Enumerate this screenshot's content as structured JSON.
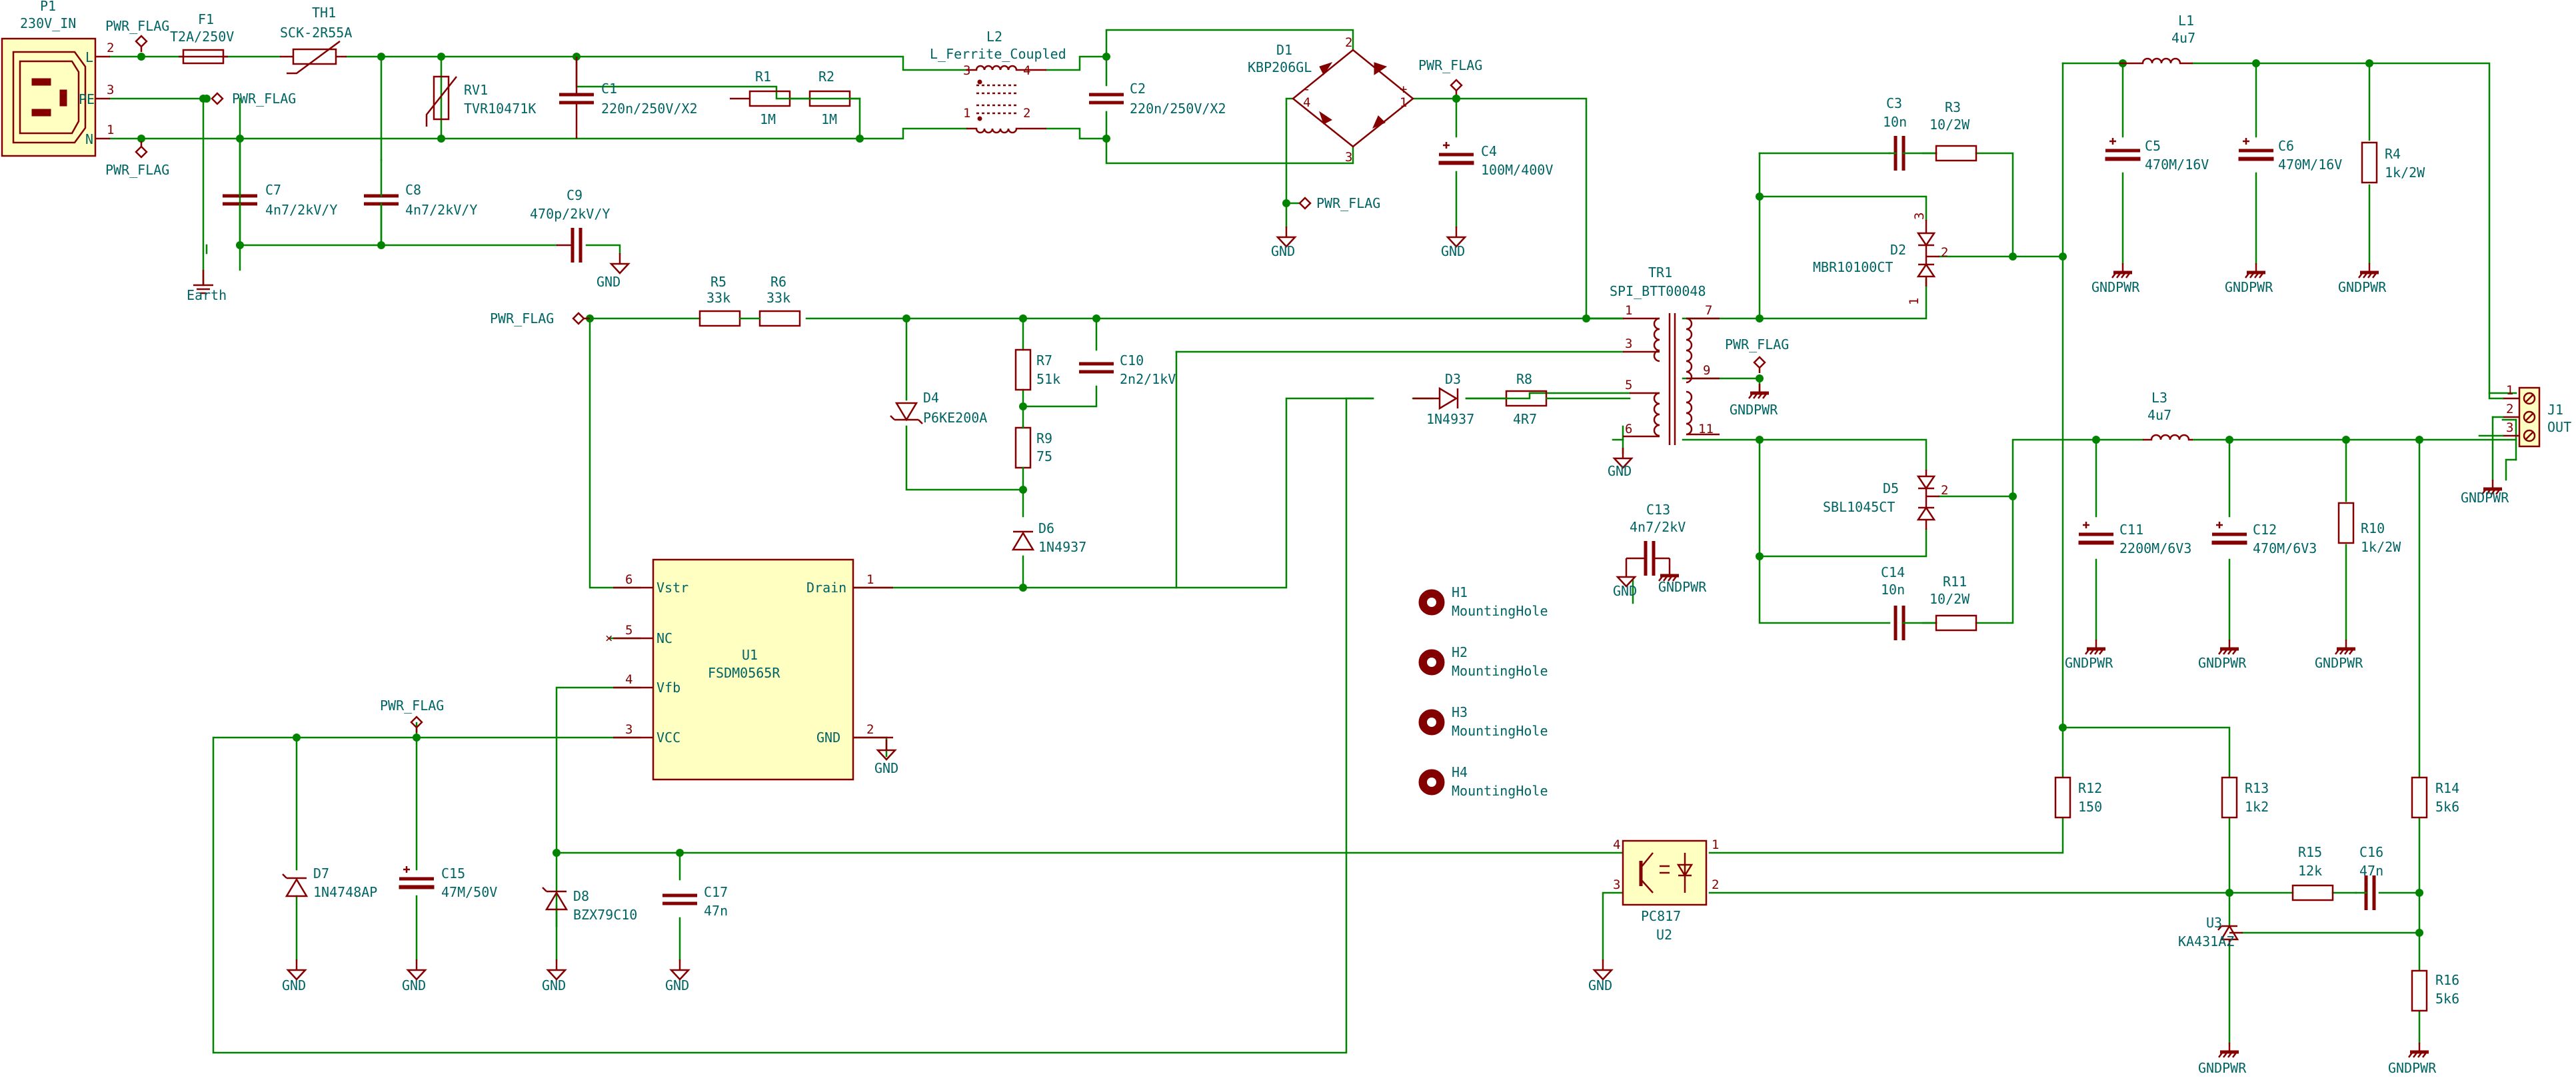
{
  "labels": {
    "P1": "P1",
    "P1v": "230V_IN",
    "F1": "F1",
    "F1v": "T2A/250V",
    "TH1": "TH1",
    "TH1v": "SCK-2R55A",
    "RV1": "RV1",
    "RV1v": "TVR10471K",
    "C1": "C1",
    "C1v": "220n/250V/X2",
    "R1": "R1",
    "R1v": "1M",
    "R2": "R2",
    "R2v": "1M",
    "L2": "L2",
    "L2v": "L_Ferrite_Coupled",
    "C2": "C2",
    "C2v": "220n/250V/X2",
    "D1": "D1",
    "D1v": "KBP206GL",
    "C4": "C4",
    "C4v": "100M/400V",
    "C7": "C7",
    "C7v": "4n7/2kV/Y",
    "C8": "C8",
    "C8v": "4n7/2kV/Y",
    "C9": "C9",
    "C9v": "470p/2kV/Y",
    "R5": "R5",
    "R5v": "33k",
    "R6": "R6",
    "R6v": "33k",
    "R7": "R7",
    "R7v": "51k",
    "C10": "C10",
    "C10v": "2n2/1kV",
    "D4": "D4",
    "D4v": "P6KE200A",
    "R9": "R9",
    "R9v": "75",
    "D6": "D6",
    "D6v": "1N4937",
    "D3": "D3",
    "D3v": "1N4937",
    "R8": "R8",
    "R8v": "4R7",
    "TR1": "TR1",
    "TR1v": "SPI_BTT00048",
    "C3": "C3",
    "C3v": "10n",
    "R3": "R3",
    "R3v": "10/2W",
    "D2": "D2",
    "D2v": "MBR10100CT",
    "L1": "L1",
    "L1v": "4u7",
    "C5": "C5",
    "C5v": "470M/16V",
    "C6": "C6",
    "C6v": "470M/16V",
    "R4": "R4",
    "R4v": "1k/2W",
    "D5": "D5",
    "D5v": "SBL1045CT",
    "C14": "C14",
    "C14v": "10n",
    "R11": "R11",
    "R11v": "10/2W",
    "L3": "L3",
    "L3v": "4u7",
    "C11": "C11",
    "C11v": "2200M/6V3",
    "C12": "C12",
    "C12v": "470M/6V3",
    "R10": "R10",
    "R10v": "1k/2W",
    "J1": "J1",
    "J1v": "OUT",
    "C13": "C13",
    "C13v": "4n7/2kV",
    "U1": "U1",
    "U1v": "FSDM0565R",
    "U1_vstr": "Vstr",
    "U1_nc": "NC",
    "U1_vfb": "Vfb",
    "U1_vcc": "VCC",
    "U1_drain": "Drain",
    "U1_gnd": "GND",
    "D7": "D7",
    "D7v": "1N4748AP",
    "C15": "C15",
    "C15v": "47M/50V",
    "D8": "D8",
    "D8v": "BZX79C10",
    "C17": "C17",
    "C17v": "47n",
    "U2": "U2",
    "U2v": "PC817",
    "R12": "R12",
    "R12v": "150",
    "R13": "R13",
    "R13v": "1k2",
    "R14": "R14",
    "R14v": "5k6",
    "R15": "R15",
    "R15v": "12k",
    "C16": "C16",
    "C16v": "47n",
    "U3": "U3",
    "U3v": "KA431AZ",
    "R16": "R16",
    "R16v": "5k6",
    "H1": "H1",
    "H2": "H2",
    "H3": "H3",
    "H4": "H4",
    "mh": "MountingHole"
  },
  "nets": {
    "gnd": "GND",
    "gndpwr": "GNDPWR",
    "pwrflag": "PWR_FLAG",
    "earth": "Earth",
    "L": "L",
    "PE": "PE",
    "N": "N"
  },
  "pins": {
    "n1": "1",
    "n2": "2",
    "n3": "3",
    "n4": "4",
    "n5": "5",
    "n6": "6",
    "n7": "7",
    "n9": "9",
    "n11": "11",
    "plus": "+",
    "minus": "-",
    "x": "×"
  }
}
